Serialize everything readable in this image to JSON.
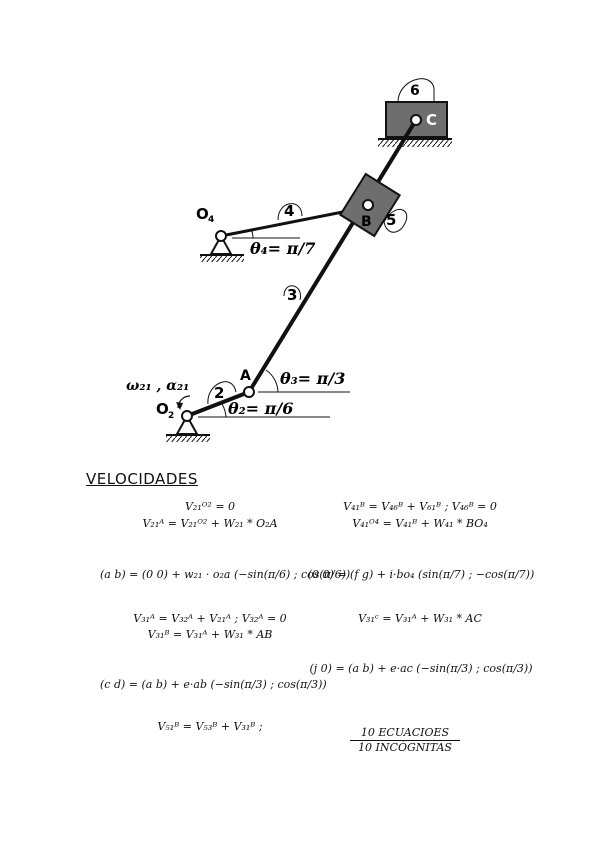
{
  "mechanism": {
    "labels": {
      "link2": "2",
      "link3": "3",
      "link4": "4",
      "link5": "5",
      "link6": "6",
      "pointA": "A",
      "pointB": "B",
      "pointC": "C",
      "pivotO2": "O",
      "pivotO2_sub": "2",
      "pivotO4": "O",
      "pivotO4_sub": "4"
    },
    "angles": {
      "theta2": "θ₂= π/6",
      "theta3": "θ₃= π/3",
      "theta4": "θ₄= π/7",
      "omega_alpha": "ω₂₁ , α₂₁"
    }
  },
  "section_title": "VELOCIDADES",
  "equations": {
    "left": [
      "V₂₁ᴼ² = 0",
      "V₂₁ᴬ = V₂₁ᴼ² + W₂₁ * O₂A",
      "(a b) = (0 0) + w₂₁ · o₂a (−sin(π/6) ; cos(π/6))",
      "V₃₁ᴬ = V₃₂ᴬ + V₂₁ᴬ ; V₃₂ᴬ = 0",
      "V₃₁ᴮ = V₃₁ᴬ + W₃₁ * AB",
      "(c d) = (a b) + e·ab (−sin(π/3) ; cos(π/3))",
      "V₅₁ᴮ = V₅₃ᴮ + V₃₁ᴮ ;"
    ],
    "right": [
      "V₄₁ᴮ = V₄₆ᴮ + V₆₁ᴮ ; V₄₆ᴮ = 0",
      "V₄₁ᴼ⁴ = V₄₁ᴮ + W₄₁ * BO₄",
      "(0 0) = (f g) + i·bo₄ (sin(π/7) ; −cos(π/7))",
      "V₃₁ᶜ = V₃₁ᴬ + W₃₁ * AC",
      "(j 0) = (a b) + e·ac (−sin(π/3) ; cos(π/3))"
    ],
    "fraction_num": "10 ECUACIOES",
    "fraction_den": "10 INCÓGNITAS"
  }
}
